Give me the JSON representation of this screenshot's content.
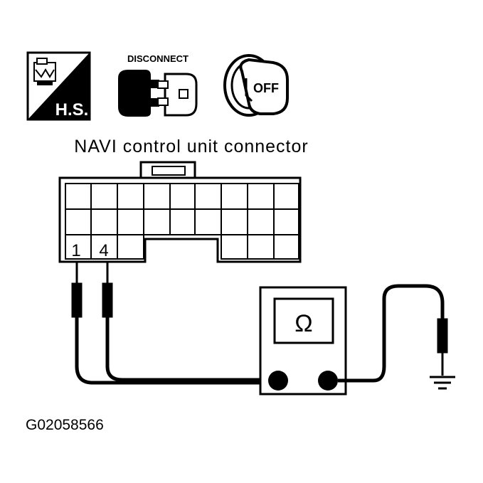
{
  "icons": {
    "hs_label": "H.S.",
    "disconnect_label": "DISCONNECT",
    "key_label": "OFF"
  },
  "connector": {
    "title": "NAVI control unit connector",
    "pin_labels": [
      "1",
      "4"
    ]
  },
  "meter": {
    "display": "Ω"
  },
  "figure_id": "G02058566"
}
